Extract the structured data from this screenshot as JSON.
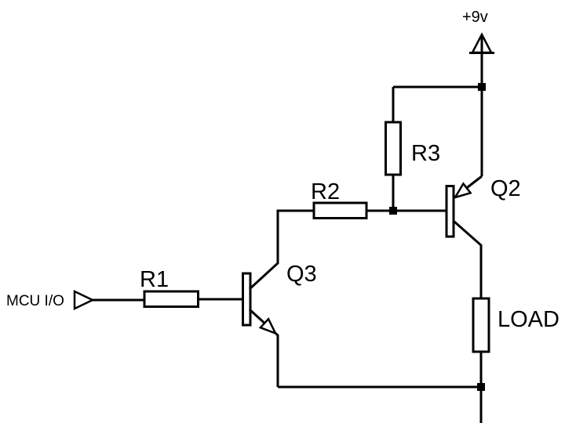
{
  "diagram": {
    "supply": {
      "label": "+9v"
    },
    "input": {
      "label": "MCU I/O"
    },
    "components": {
      "r1": {
        "label": "R1",
        "type": "resistor"
      },
      "r2": {
        "label": "R2",
        "type": "resistor"
      },
      "r3": {
        "label": "R3",
        "type": "resistor"
      },
      "q2": {
        "label": "Q2",
        "type": "pnp-transistor"
      },
      "q3": {
        "label": "Q3",
        "type": "npn-transistor"
      },
      "load": {
        "label": "LOAD",
        "type": "load-resistor"
      }
    },
    "colors": {
      "wire": "#000000",
      "background": "#ffffff"
    }
  }
}
